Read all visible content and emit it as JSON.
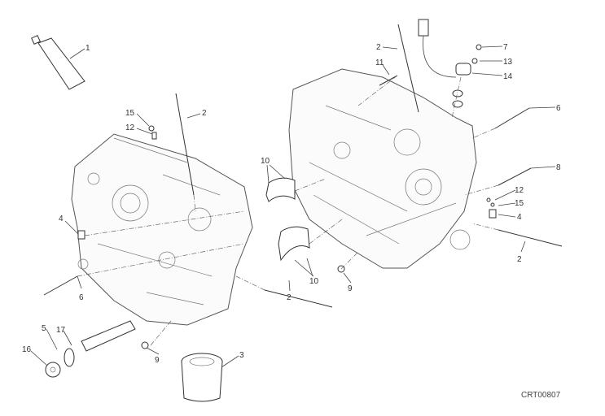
{
  "diagram": {
    "callouts": [
      "1",
      "2",
      "15",
      "12",
      "10",
      "4",
      "6",
      "5",
      "17",
      "16",
      "9",
      "3",
      "2",
      "10",
      "9",
      "2",
      "11",
      "7",
      "13",
      "14",
      "6",
      "8",
      "12",
      "15",
      "4",
      "2"
    ],
    "drawing_code": "CRT00807"
  }
}
